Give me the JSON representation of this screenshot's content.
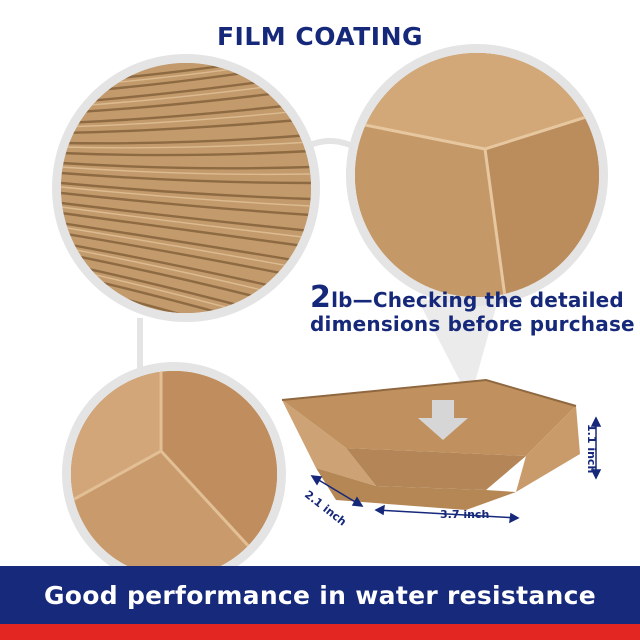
{
  "header": {
    "title": "FILM COATING"
  },
  "caption": {
    "weight_prefix": "2",
    "line1_rest": "lb—Checking the detailed",
    "line2": "dimensions before purchase"
  },
  "dimensions": {
    "length": "3.7 inch",
    "width": "2.1 inch",
    "height": "1.1 inch"
  },
  "footer": {
    "banner_text": "Good performance in water resistance"
  },
  "colors": {
    "brand_blue": "#16287a",
    "banner_blue": "#17297b",
    "accent_red": "#e32622",
    "kraft": "#c49a6c",
    "ring_gray": "#e4e4e4"
  }
}
